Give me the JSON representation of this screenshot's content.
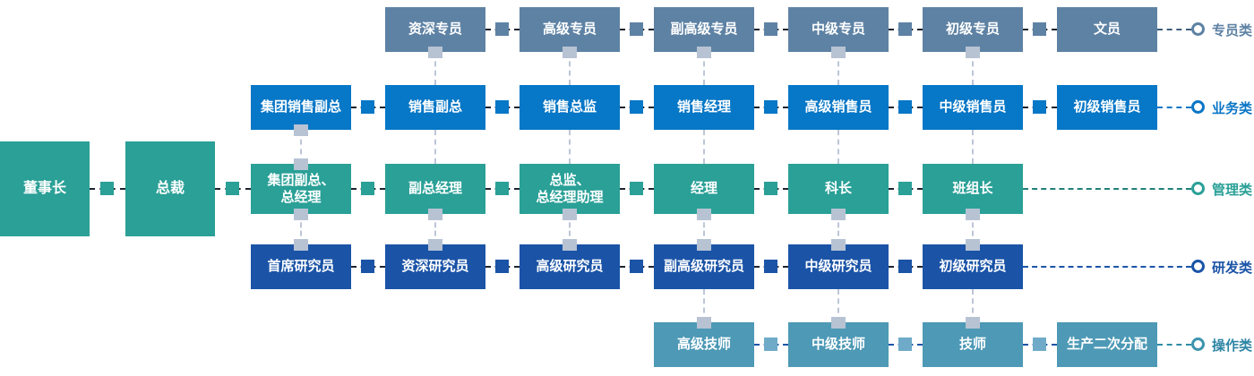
{
  "families": [
    {
      "label": "专员类",
      "color": "#5e82a4",
      "boxes": [
        "资深专员",
        "高级专员",
        "副高级专员",
        "中级专员",
        "初级专员",
        "文员"
      ]
    },
    {
      "label": "业务类",
      "color": "#0777c7",
      "boxes": [
        "集团销售副总",
        "销售副总",
        "销售总监",
        "销售经理",
        "高级销售员",
        "中级销售员",
        "初级销售员"
      ]
    },
    {
      "label": "管理类",
      "color": "#2aa097",
      "boxes": [
        "董事长",
        "总裁",
        "集团副总、\n总经理",
        "副总经理",
        "总监、\n总经理助理",
        "经理",
        "科长",
        "班组长"
      ]
    },
    {
      "label": "研发类",
      "color": "#1b54a7",
      "boxes": [
        "首席研究员",
        "资深研究员",
        "高级研究员",
        "副高级研究员",
        "中级研究员",
        "初级研究员"
      ]
    },
    {
      "label": "操作类",
      "color": "#4d99b6",
      "boxes": [
        "高级技师",
        "中级技师",
        "技师",
        "生产二次分配"
      ]
    }
  ]
}
